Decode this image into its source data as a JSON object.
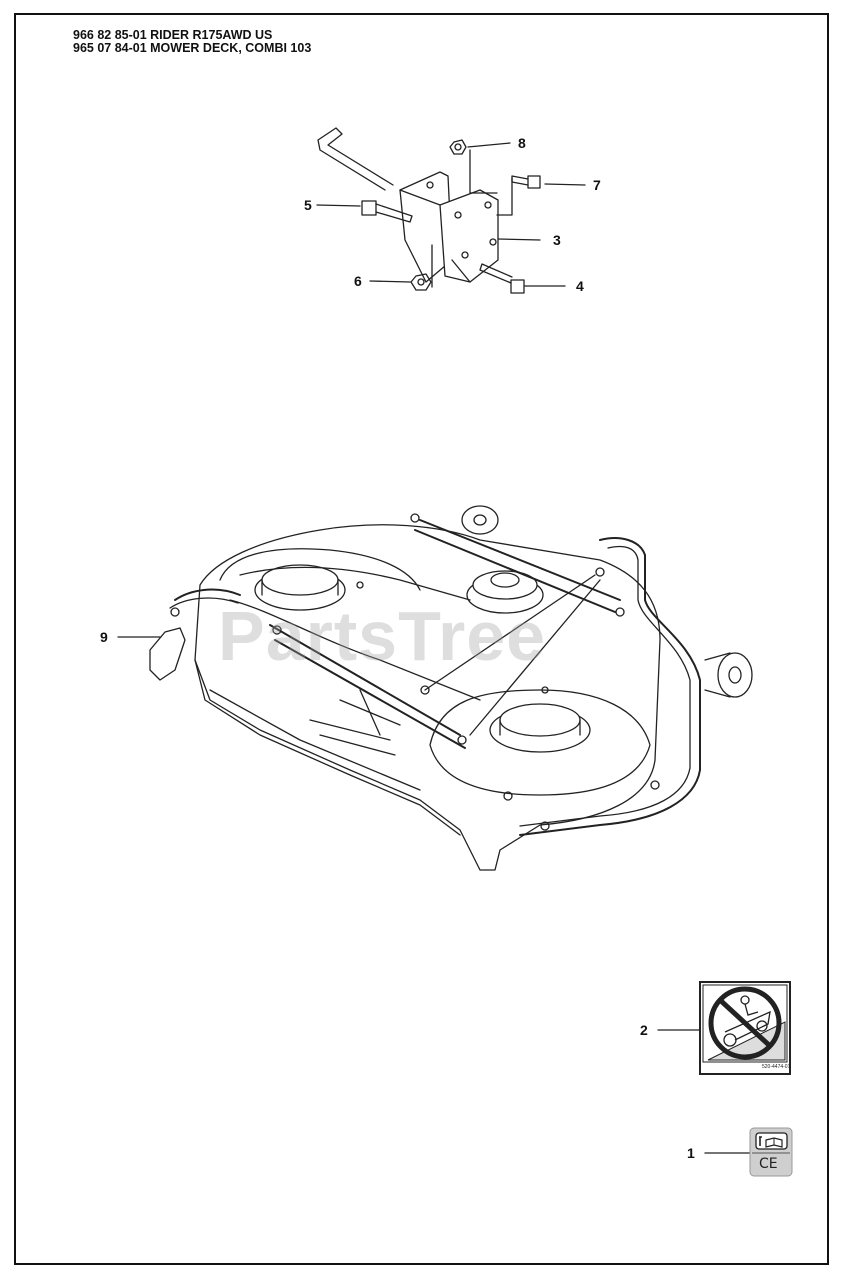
{
  "header": {
    "line1": "966 82 85-01 RIDER R175AWD US",
    "line2": "965 07 84-01 MOWER DECK, COMBI 103"
  },
  "callouts": {
    "c1": "1",
    "c2": "2",
    "c3": "3",
    "c4": "4",
    "c5": "5",
    "c6": "6",
    "c7": "7",
    "c8": "8",
    "c9": "9"
  },
  "watermark": "PartsTree",
  "decal_code": "520-4474-01",
  "ce_label": "CE"
}
